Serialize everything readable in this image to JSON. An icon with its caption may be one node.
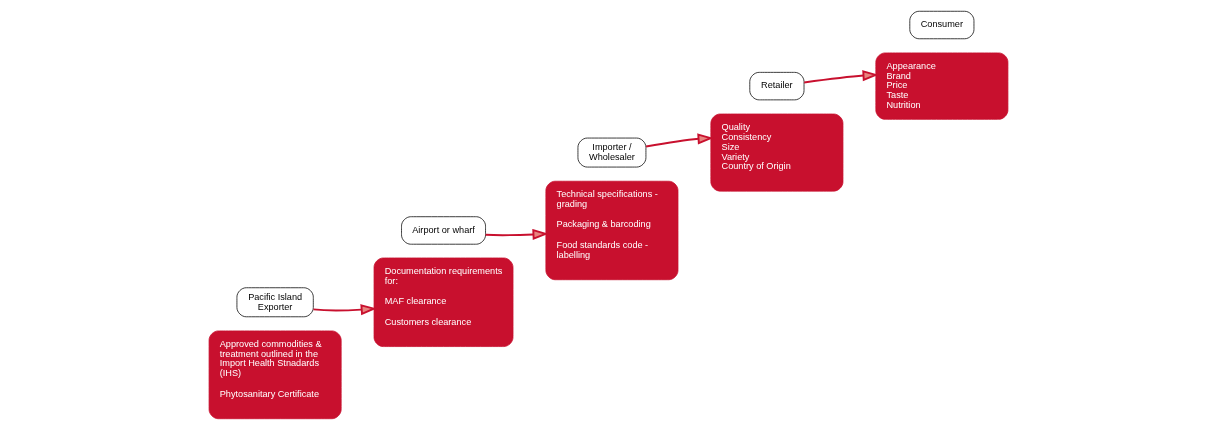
{
  "diagram": {
    "nodes": [
      {
        "text": [
          "Approved commodities & treatment outlined in the Import Health Stnadards (IHS)",
          "Phytosanitary Certificate"
        ]
      },
      {
        "text": [
          "Pacific Island Exporter"
        ]
      },
      {
        "text": [
          "Documentation requirements for:",
          "MAF clearance",
          "Customers clearance"
        ]
      },
      {
        "text": [
          "Airport or wharf"
        ]
      },
      {
        "text": [
          "Technical specifications - grading",
          "Packaging & barcoding",
          "Food standards code - labelling"
        ]
      },
      {
        "text": [
          "Importer / Wholesaler"
        ]
      },
      {
        "text": [
          "Quality",
          "Consistency",
          "Size",
          "Variety",
          "Country of Origin"
        ]
      },
      {
        "text": [
          "Retailer"
        ]
      },
      {
        "text": [
          "Appearance",
          "Brand",
          "Price",
          "Taste",
          "Nutrition"
        ]
      },
      {
        "text": [
          "Consumer"
        ]
      }
    ],
    "edges": [
      {
        "from": 1,
        "to": 2,
        "arrow": "to"
      },
      {
        "from": 3,
        "to": 4,
        "arrow": "to"
      },
      {
        "from": 5,
        "to": 6,
        "arrow": "to"
      },
      {
        "from": 7,
        "to": 8,
        "arrow": "to"
      }
    ]
  }
}
